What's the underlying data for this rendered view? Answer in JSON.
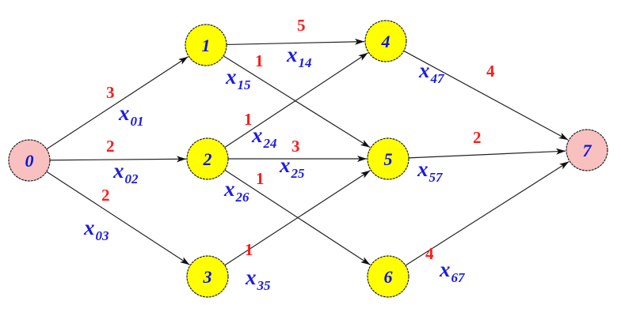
{
  "diagram": {
    "type": "directed-network",
    "colors": {
      "endpoint_fill": "#f9c0c0",
      "inner_fill": "#ffff00",
      "node_text": "#0a14e0",
      "weight_text": "#ff1a1a",
      "variable_text": "#1a1ae6",
      "edge": "#222222"
    },
    "nodes": [
      {
        "id": "0",
        "label": "0",
        "kind": "endpoint"
      },
      {
        "id": "1",
        "label": "1",
        "kind": "inner"
      },
      {
        "id": "2",
        "label": "2",
        "kind": "inner"
      },
      {
        "id": "3",
        "label": "3",
        "kind": "inner"
      },
      {
        "id": "4",
        "label": "4",
        "kind": "inner"
      },
      {
        "id": "5",
        "label": "5",
        "kind": "inner"
      },
      {
        "id": "6",
        "label": "6",
        "kind": "inner"
      },
      {
        "id": "7",
        "label": "7",
        "kind": "endpoint"
      }
    ],
    "edges": [
      {
        "from": "0",
        "to": "1",
        "weight": "3",
        "var": "x",
        "sub": "01"
      },
      {
        "from": "0",
        "to": "2",
        "weight": "2",
        "var": "x",
        "sub": "02"
      },
      {
        "from": "0",
        "to": "3",
        "weight": "2",
        "var": "x",
        "sub": "03"
      },
      {
        "from": "1",
        "to": "4",
        "weight": "5",
        "var": "x",
        "sub": "14"
      },
      {
        "from": "1",
        "to": "5",
        "weight": "1",
        "var": "x",
        "sub": "15"
      },
      {
        "from": "2",
        "to": "4",
        "weight": "1",
        "var": "x",
        "sub": "24"
      },
      {
        "from": "2",
        "to": "5",
        "weight": "3",
        "var": "x",
        "sub": "25"
      },
      {
        "from": "2",
        "to": "6",
        "weight": "1",
        "var": "x",
        "sub": "26"
      },
      {
        "from": "3",
        "to": "5",
        "weight": "1",
        "var": "x",
        "sub": "35"
      },
      {
        "from": "4",
        "to": "7",
        "weight": "4",
        "var": "x",
        "sub": "47"
      },
      {
        "from": "5",
        "to": "7",
        "weight": "2",
        "var": "x",
        "sub": "57"
      },
      {
        "from": "6",
        "to": "7",
        "weight": "4",
        "var": "x",
        "sub": "67"
      }
    ]
  }
}
